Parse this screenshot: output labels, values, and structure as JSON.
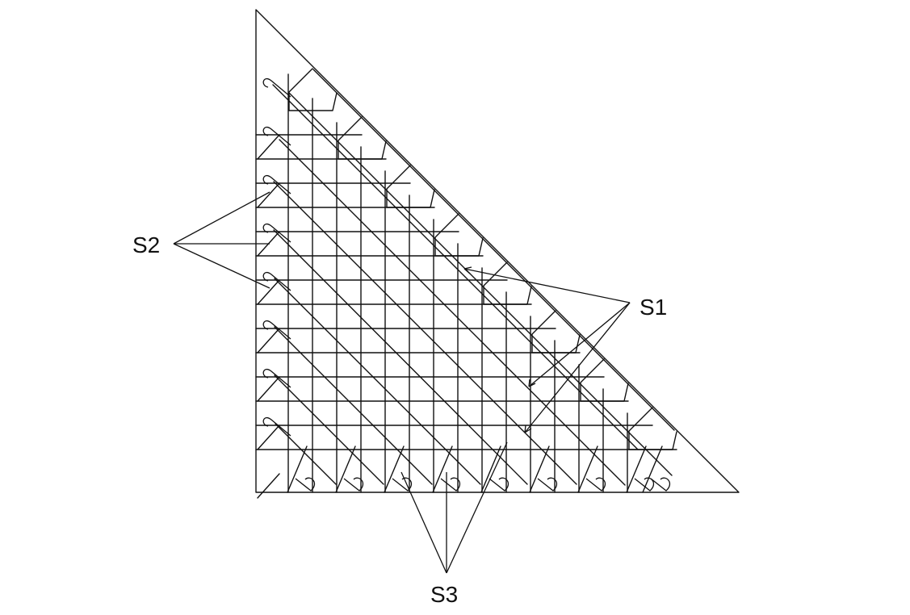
{
  "labels": {
    "s1": "S1",
    "s2": "S2",
    "s3": "S3"
  },
  "colors": {
    "line": "#111111",
    "background": "#ffffff"
  }
}
